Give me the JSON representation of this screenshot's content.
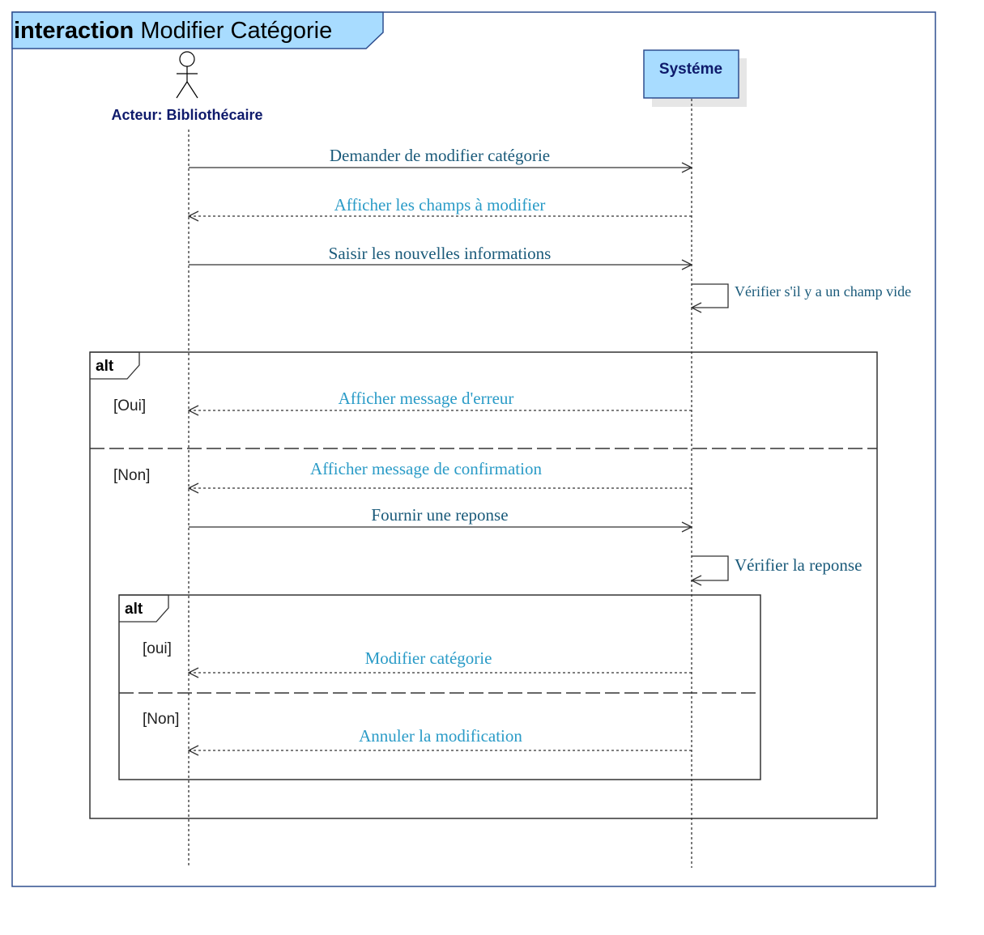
{
  "frame": {
    "keyword": "interaction",
    "name": "Modifier Catégorie"
  },
  "lifelines": {
    "actor": "Acteur: Bibliothécaire",
    "system": "Systéme"
  },
  "messages": {
    "m1": "Demander de modifier catégorie",
    "m2": "Afficher les champs à modifier",
    "m3": "Saisir les nouvelles informations",
    "m4": "Vérifier s'il y a un champ vide",
    "m5": "Afficher message d'erreur",
    "m6": "Afficher message de confirmation",
    "m7": "Fournir une reponse",
    "m8": "Vérifier la reponse",
    "m9": "Modifier catégorie",
    "m10": "Annuler la modification"
  },
  "fragments": {
    "outer": {
      "operator": "alt",
      "guard1": "[Oui]",
      "guard2": "[Non]"
    },
    "inner": {
      "operator": "alt",
      "guard1": "[oui]",
      "guard2": "[Non]"
    }
  },
  "colors": {
    "frame_border": "#2f4f8f",
    "header_fill": "#a8dcff",
    "system_fill": "#a8dcff",
    "lifeline_label": "#0e1a6b",
    "call_text": "#1a5a7a",
    "reply_text": "#2a9bc7",
    "line": "#333333"
  }
}
